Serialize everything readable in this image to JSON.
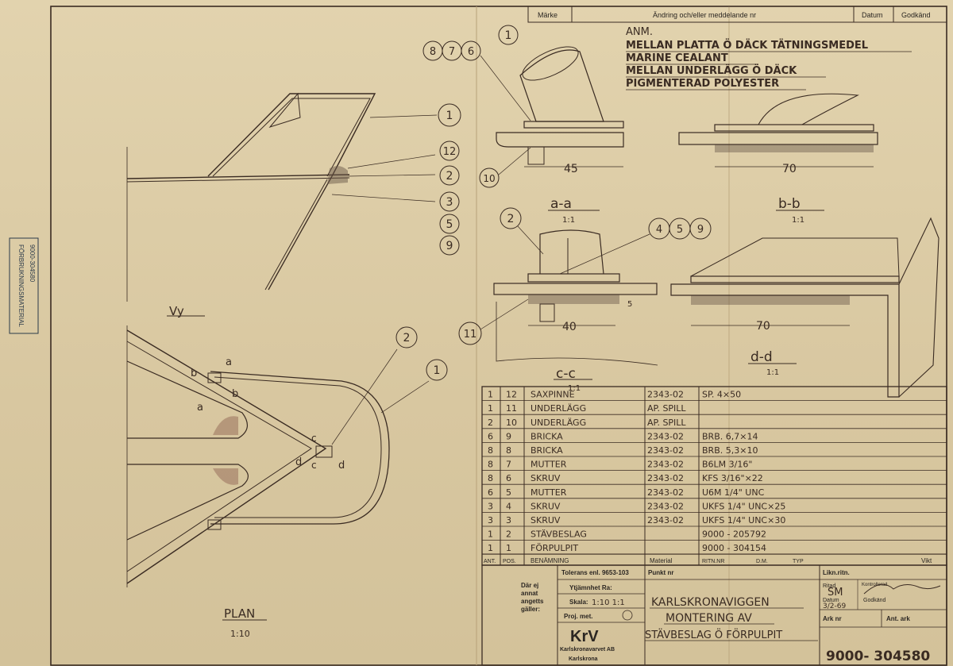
{
  "revision_header": {
    "marke": "Märke",
    "andring": "Ändring och/eller meddelande nr",
    "datum": "Datum",
    "godkand": "Godkänd"
  },
  "notes": {
    "title": "ANM.",
    "lines": [
      "MELLAN PLATTA Ö DÄCK TÄTNINGSMEDEL",
      "MARINE CEALANT",
      "MELLAN UNDERLÄGG Ö DÄCK",
      "PIGMENTERAD POLYESTER"
    ]
  },
  "views": {
    "side": "Vy",
    "plan": "PLAN",
    "plan_scale": "1:10",
    "aa": "a-a",
    "aa_scale": "1:1",
    "bb": "b-b",
    "bb_scale": "1:1",
    "cc": "c-c",
    "cc_scale": "1:1",
    "dd": "d-d",
    "dd_scale": "1:1"
  },
  "dimensions": {
    "d45": "45",
    "d70_top": "70",
    "d40": "40",
    "d70_bottom": "70",
    "d5": "5"
  },
  "balloons": {
    "top_group": [
      "8",
      "7",
      "6"
    ],
    "top_part": "1",
    "b10": "10",
    "b2_cc": "2",
    "mid_group": [
      "4",
      "5",
      "9"
    ],
    "b11": "11",
    "side_list": [
      "1",
      "12",
      "2",
      "3",
      "5",
      "9"
    ],
    "plan_2": "2",
    "plan_1": "1"
  },
  "section_marks": {
    "a": "a",
    "b": "b",
    "c": "c",
    "d": "d"
  },
  "parts_list": [
    {
      "ant": "1",
      "pos": "12",
      "benamning": "SAXPINNE",
      "material": "2343-02",
      "ritn": "SP. 4×50"
    },
    {
      "ant": "1",
      "pos": "11",
      "benamning": "UNDERLÄGG",
      "material": "AP. SPILL",
      "ritn": ""
    },
    {
      "ant": "2",
      "pos": "10",
      "benamning": "UNDERLÄGG",
      "material": "AP. SPILL",
      "ritn": ""
    },
    {
      "ant": "6",
      "pos": "9",
      "benamning": "BRICKA",
      "material": "2343-02",
      "ritn": "BRB. 6,7×14"
    },
    {
      "ant": "8",
      "pos": "8",
      "benamning": "BRICKA",
      "material": "2343-02",
      "ritn": "BRB. 5,3×10"
    },
    {
      "ant": "8",
      "pos": "7",
      "benamning": "MUTTER",
      "material": "2343-02",
      "ritn": "B6LM 3/16\""
    },
    {
      "ant": "8",
      "pos": "6",
      "benamning": "SKRUV",
      "material": "2343-02",
      "ritn": "KFS 3/16\"×22"
    },
    {
      "ant": "6",
      "pos": "5",
      "benamning": "MUTTER",
      "material": "2343-02",
      "ritn": "U6M 1/4\" UNC"
    },
    {
      "ant": "3",
      "pos": "4",
      "benamning": "SKRUV",
      "material": "2343-02",
      "ritn": "UKFS 1/4\" UNC×25"
    },
    {
      "ant": "3",
      "pos": "3",
      "benamning": "SKRUV",
      "material": "2343-02",
      "ritn": "UKFS 1/4\" UNC×30"
    },
    {
      "ant": "1",
      "pos": "2",
      "benamning": "STÄVBESLAG",
      "material": "",
      "ritn": "9000 - 205792"
    },
    {
      "ant": "1",
      "pos": "1",
      "benamning": "FÖRPULPIT",
      "material": "",
      "ritn": "9000 - 304154"
    }
  ],
  "parts_header": {
    "ant": "ANT.",
    "pos": "POS.",
    "benamning": "BENÄMNING",
    "material": "Material",
    "ritn": "RITN.NR",
    "dim": "D.M.",
    "typ": "TYP",
    "vikt": "Vikt"
  },
  "title_block": {
    "toleranser": "Tolerans enl. 9653-103",
    "punkt": "Punkt nr",
    "likn": "Likn.ritn.",
    "dar_ej": "Där ej",
    "annat": "annat",
    "angetts": "angetts",
    "galler": "gäller:",
    "ytjamnhet": "Ytjämnhet Ra:",
    "skala_label": "Skala:",
    "skala_value": "1:10   1:1",
    "proj": "Proj. met.",
    "ritad": "Ritad",
    "ritad_value": "SM",
    "kontrollerad": "Kontrollerad",
    "datum": "Datum",
    "datum_value": "3/2-69",
    "godkand": "Godkänd",
    "ark_nr": "Ark nr",
    "ant_ark": "Ant. ark",
    "title1": "KARLSKRONAVIGGEN",
    "title2": "MONTERING AV",
    "title3": "STÄVBESLAG Ö FÖRPULPIT",
    "company": "Karlskronavarvet AB",
    "city": "Karlskrona",
    "logo": "KrV",
    "drawing_no": "9000- 304580"
  },
  "stamp": {
    "line1": "FÖRBRUKNINGSMATERIAL",
    "line2": "9000-304580"
  }
}
